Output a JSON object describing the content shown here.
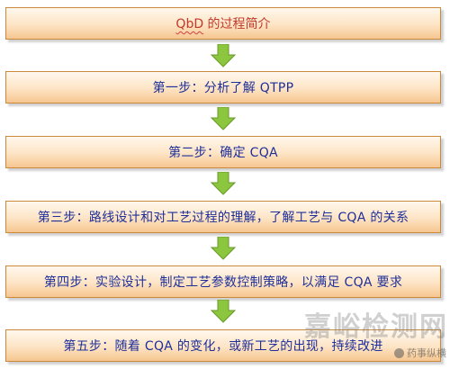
{
  "flow": {
    "title_prefix": "QbD",
    "title_rest": " 的过程简介",
    "steps": [
      "第一步：分析了解 QTPP",
      "第二步：确定 CQA",
      "第三步：路线设计和对工艺过程的理解，了解工艺与 CQA 的关系",
      "第四步：实验设计，制定工艺参数控制策略，以满足 CQA 要求",
      "第五步：随着 CQA 的变化，或新工艺的出现，持续改进"
    ]
  },
  "watermark": {
    "site": "嘉峪检测网",
    "account": "药事纵横"
  },
  "colors": {
    "box_border": "#c98a3d",
    "box_fill_top": "#fff8ee",
    "box_fill_bottom": "#f6c690",
    "step_text": "#1f2f9a",
    "title_text": "#c0392b",
    "arrow_fill": "#8cc63f",
    "arrow_stroke": "#6a9a2a"
  }
}
